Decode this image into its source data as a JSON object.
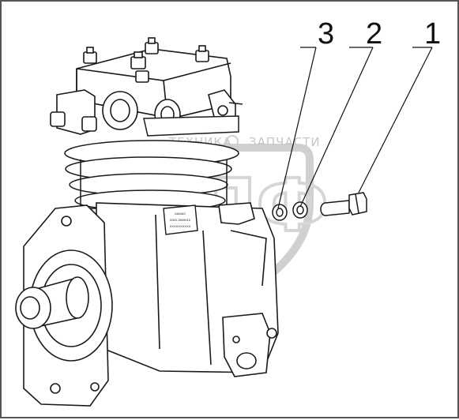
{
  "callouts": [
    "3",
    "2",
    "1"
  ],
  "watermark": {
    "text_left": "ТЕХНИКА",
    "text_right": "ЗАПЧАСТИ",
    "letters": "ЭПФ"
  },
  "nameplate": {
    "lines": [
      "КАМАЗ",
      "5320-3509015",
      "ХХХХХХХХХХ"
    ]
  }
}
